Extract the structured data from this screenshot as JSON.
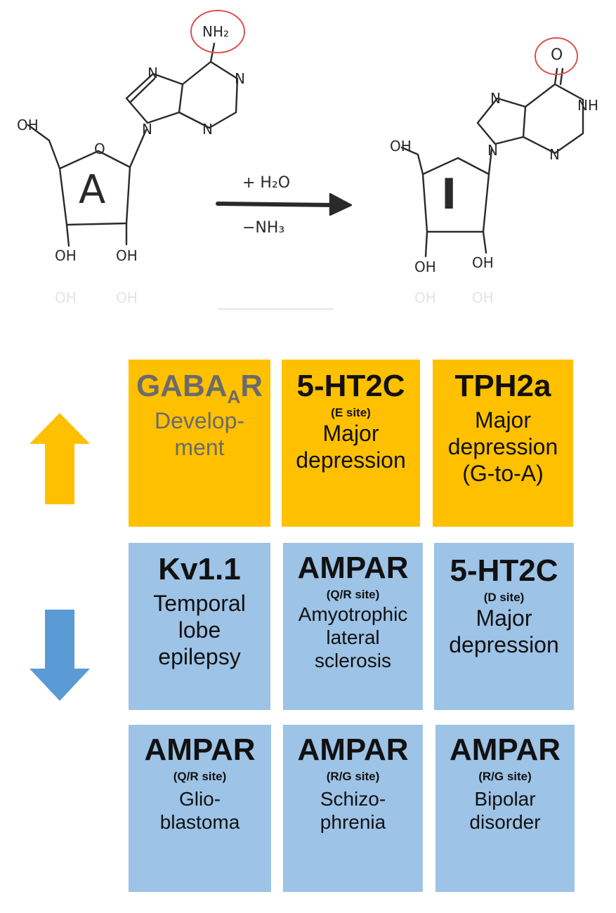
{
  "reaction": {
    "reactant_letter": "A",
    "product_letter": "I",
    "reactant_group": "NH₂",
    "product_group": "O",
    "reagent_add": "+ H₂O",
    "reagent_remove": "−NH₃",
    "atoms": {
      "n": "N",
      "nh": "NH",
      "oh": "OH",
      "o": "O"
    }
  },
  "indicators": {
    "up_color": "#ffc000",
    "down_color": "#5b9bd5"
  },
  "grid": {
    "up_row": [
      {
        "title_main": "GABA",
        "title_sub": "A",
        "title_end": "R",
        "site": "",
        "desc": [
          "Develop-",
          "ment"
        ],
        "color": "#ffc000"
      },
      {
        "title": "5-HT2C",
        "site": "(E site)",
        "desc": [
          "Major",
          "depression"
        ],
        "color": "#ffc000"
      },
      {
        "title": "TPH2a",
        "site": "",
        "desc": [
          "Major",
          "depression",
          "(G-to-A)"
        ],
        "color": "#ffc000"
      }
    ],
    "down_row1": [
      {
        "title": "Kv1.1",
        "site": "",
        "desc": [
          "Temporal",
          "lobe",
          "epilepsy"
        ],
        "color": "#9dc3e6"
      },
      {
        "title": "AMPAR",
        "site": "(Q/R site)",
        "desc": [
          "Amyotrophic",
          "lateral",
          "sclerosis"
        ],
        "color": "#9dc3e6"
      },
      {
        "title": "5-HT2C",
        "site": "(D site)",
        "desc": [
          "Major",
          "depression"
        ],
        "color": "#9dc3e6"
      }
    ],
    "down_row2": [
      {
        "title": "AMPAR",
        "site": "(Q/R site)",
        "desc": [
          "Glio-",
          "blastoma"
        ],
        "color": "#9dc3e6"
      },
      {
        "title": "AMPAR",
        "site": "(R/G site)",
        "desc": [
          "Schizo-",
          "phrenia"
        ],
        "color": "#9dc3e6"
      },
      {
        "title": "AMPAR",
        "site": "(R/G site)",
        "desc": [
          "Bipolar",
          "disorder"
        ],
        "color": "#9dc3e6"
      }
    ]
  }
}
